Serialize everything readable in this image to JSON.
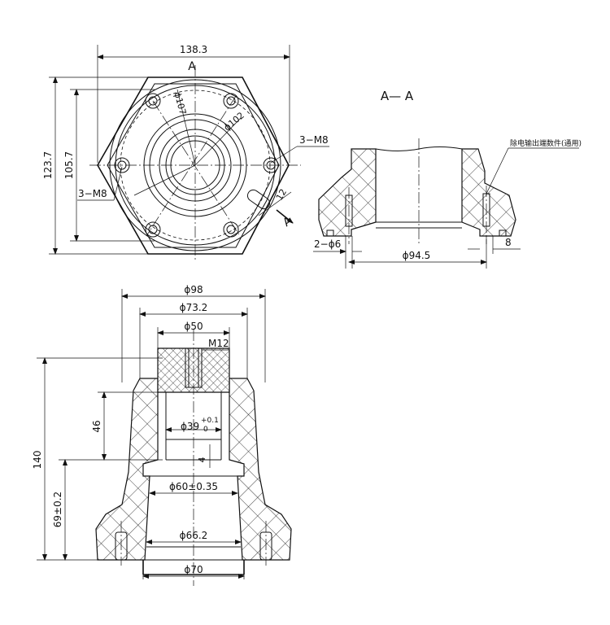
{
  "top_view": {
    "width_138": "138.3",
    "height_123": "123.7",
    "height_105": "105.7",
    "section_mark": "A",
    "section_mark_bottom": "A",
    "bolt_left": "3−M8",
    "bolt_right": "3−M8",
    "d107": "ϕ107",
    "d102": "ϕ102",
    "slot": "12"
  },
  "section_view": {
    "title": "A— A",
    "note": "除电输出端数件(通用)",
    "holes": "2−ϕ6",
    "d94": "ϕ94.5",
    "edge": "8"
  },
  "front_view": {
    "d98": "ϕ98",
    "d73": "ϕ73.2",
    "d50": "ϕ50",
    "m12": "M12",
    "h46": "46",
    "d39": "ϕ39",
    "tol_up": "+0.1",
    "tol_low": "0",
    "h4": "4",
    "h140": "140",
    "d60": "ϕ60±0.35",
    "h69": "69±0.2",
    "d66": "ϕ66.2",
    "d70": "ϕ70"
  }
}
